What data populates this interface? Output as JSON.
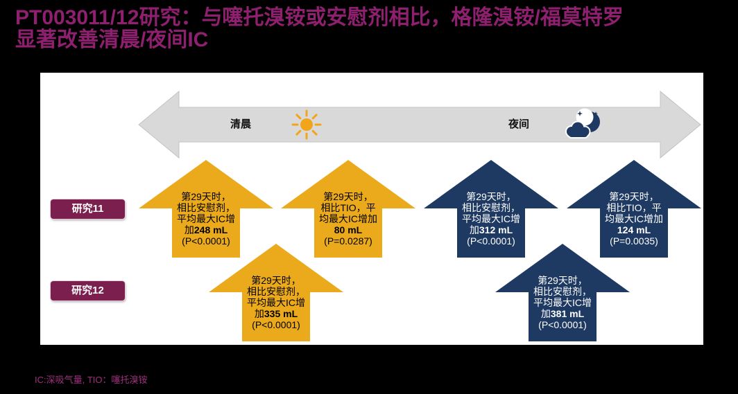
{
  "title": {
    "line1": "PT003011/12研究：与噻托溴铵或安慰剂相比，格隆溴铵/福莫特罗",
    "line2": "显著改善清晨/夜间IC"
  },
  "timeline": {
    "morning_label": "清晨",
    "night_label": "夜间",
    "morning_icon": "sun-icon",
    "night_icon": "moon-cloud-icon"
  },
  "studies": [
    "研究11",
    "研究12"
  ],
  "arrows": [
    {
      "lines": [
        "第29天时，",
        "相比安慰剂，",
        "平均最大IC增"
      ],
      "value_prefix": "加",
      "value": "248 mL",
      "p_value": "(P<0.0001)"
    },
    {
      "lines": [
        "第29天时，",
        "相比TIO，平",
        "均最大IC增加"
      ],
      "value_prefix": "",
      "value": "80 mL",
      "p_value": "(P=0.0287)"
    },
    {
      "lines": [
        "第29天时，",
        "相比安慰剂，",
        "平均最大IC增"
      ],
      "value_prefix": "加",
      "value": "335 mL",
      "p_value": "(P<0.0001)"
    },
    {
      "lines": [
        "第29天时，",
        "相比安慰剂，",
        "平均最大IC增"
      ],
      "value_prefix": "加",
      "value": "312 mL",
      "p_value": "(P<0.0001)"
    },
    {
      "lines": [
        "第29天时，",
        "相比TIO，平",
        "均最大IC增加"
      ],
      "value_prefix": "",
      "value": "124 mL",
      "p_value": "(P=0.0035)"
    },
    {
      "lines": [
        "第29天时，",
        "相比安慰剂，",
        "平均最大IC增"
      ],
      "value_prefix": "加",
      "value": "381 mL",
      "p_value": "(P<0.0001)"
    }
  ],
  "footnote": "IC:深吸气量, TIO：噻托溴铵",
  "colors": {
    "title": "#8f1f6f",
    "morning_arrow": "#ebaa1c",
    "night_arrow": "#1f3a62",
    "study_badge": "#7b1f4e",
    "timeline_arrow": "#d9d9d9",
    "sun": "#f2a51a",
    "footnote": "#a0307f"
  }
}
